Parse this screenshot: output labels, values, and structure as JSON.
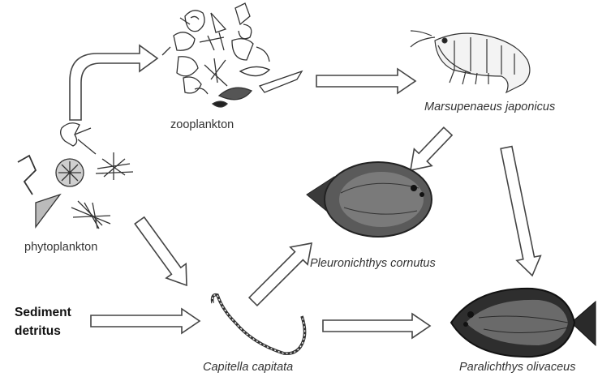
{
  "nodes": {
    "zooplankton": {
      "label": "zooplankton"
    },
    "phytoplankton": {
      "label": "phytoplankton"
    },
    "shrimp": {
      "label": "Marsupenaeus japonicus"
    },
    "flounder": {
      "label": "Pleuronichthys cornutus"
    },
    "worm": {
      "label": "Capitella capitata"
    },
    "flatfish": {
      "label": "Paralichthys olivaceus"
    },
    "sediment": {
      "line1": "Sediment",
      "line2": "detritus"
    }
  },
  "edges": [
    {
      "from": "phytoplankton",
      "to": "zooplankton"
    },
    {
      "from": "zooplankton",
      "to": "shrimp"
    },
    {
      "from": "shrimp",
      "to": "flounder"
    },
    {
      "from": "shrimp",
      "to": "flatfish"
    },
    {
      "from": "phytoplankton",
      "to": "worm"
    },
    {
      "from": "worm",
      "to": "flounder"
    },
    {
      "from": "sediment",
      "to": "worm"
    },
    {
      "from": "worm",
      "to": "flatfish"
    }
  ],
  "colors": {
    "arrow_stroke": "#444444",
    "fish_dark": "#2e2e2e",
    "fish_mid": "#6a6a6a",
    "drawing": "#333333"
  }
}
